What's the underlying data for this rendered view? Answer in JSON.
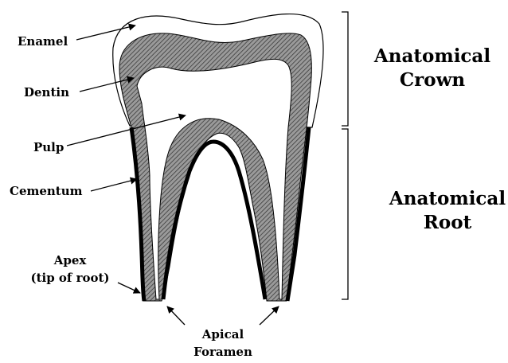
{
  "labels": {
    "enamel": "Enamel",
    "dentin": "Dentin",
    "pulp": "Pulp",
    "cementum": "Cementum",
    "apex": "Apex",
    "apex_note": "(tip of root)",
    "apical": "Apical",
    "foramen": "Foramen"
  },
  "regions": {
    "crown_line1": "Anatomical",
    "crown_line2": "Crown",
    "root_line1": "Anatomical",
    "root_line2": "Root"
  }
}
